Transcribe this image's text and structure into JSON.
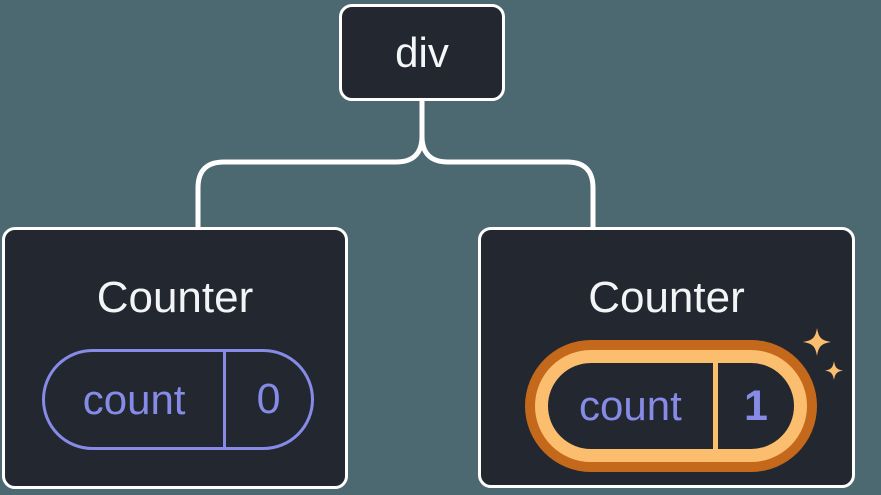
{
  "canvas": {
    "background": "#4C6870"
  },
  "colors": {
    "node_fill": "#23272F",
    "node_border": "#FFFFFF",
    "connector": "#FFFFFF",
    "state_purple": "#868BE8",
    "highlight_ring_outer": "#C4691C",
    "highlight_ring_inner": "#FBBD6E",
    "sparkle": "#FBBD6E",
    "label_text": "#F2F4F6"
  },
  "tree": {
    "root": {
      "label": "div"
    },
    "children": [
      {
        "label": "Counter",
        "highlighted": false,
        "state": {
          "key": "count",
          "value": "0"
        }
      },
      {
        "label": "Counter",
        "highlighted": true,
        "state": {
          "key": "count",
          "value": "1"
        }
      }
    ]
  }
}
